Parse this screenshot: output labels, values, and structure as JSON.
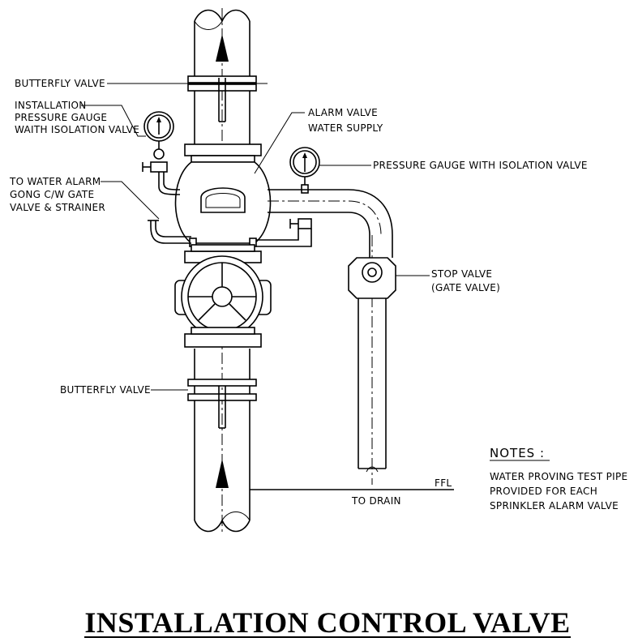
{
  "title": "INSTALLATION CONTROL VALVE",
  "labels": {
    "butterfly_valve_top": "BUTTERFLY VALVE",
    "installation_gauge": [
      "INSTALLATION",
      "PRESSURE GAUGE",
      "WAITH ISOLATION VALVE"
    ],
    "water_alarm_gong": [
      "TO WATER ALARM",
      "GONG C/W GATE",
      "VALVE & STRAINER"
    ],
    "alarm_valve": [
      "ALARM VALVE",
      "WATER SUPPLY"
    ],
    "pressure_gauge": "PRESSURE GAUGE WITH ISOLATION VALVE",
    "stop_valve": [
      "STOP VALVE",
      "(GATE VALVE)"
    ],
    "butterfly_valve_bottom": "BUTTERFLY VALVE",
    "to_drain": "TO DRAIN",
    "ffl": "FFL"
  },
  "notes": {
    "heading": "NOTES :",
    "lines": [
      "WATER PROVING TEST PIPE",
      "PROVIDED FOR EACH",
      "SPRINKLER ALARM VALVE"
    ]
  }
}
